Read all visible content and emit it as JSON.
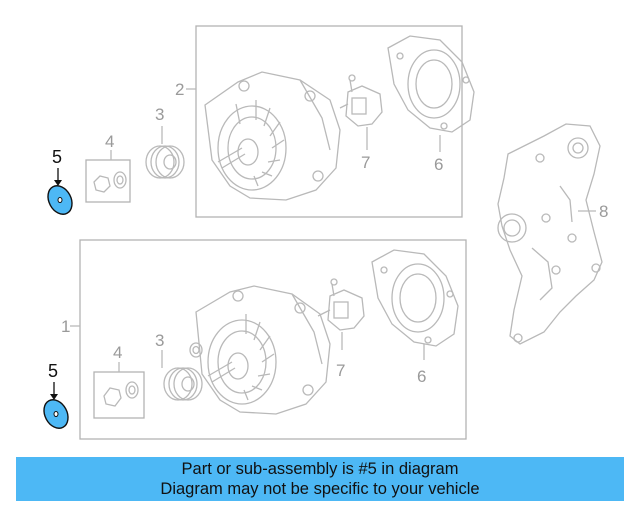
{
  "callouts": {
    "top": {
      "part1": "2",
      "part2": "3",
      "part3": "4",
      "part4": "5",
      "part5": "6",
      "part6": "7",
      "part7": "8"
    },
    "bottom": {
      "part1": "1",
      "part2": "3",
      "part3": "4",
      "part4": "5",
      "part5": "6",
      "part6": "7"
    }
  },
  "banner": {
    "line1": "Part or sub-assembly is #5 in diagram",
    "line2": "Diagram may not be specific to your vehicle"
  },
  "colors": {
    "highlight": "#4db8f5",
    "line": "#b9b9b9"
  }
}
